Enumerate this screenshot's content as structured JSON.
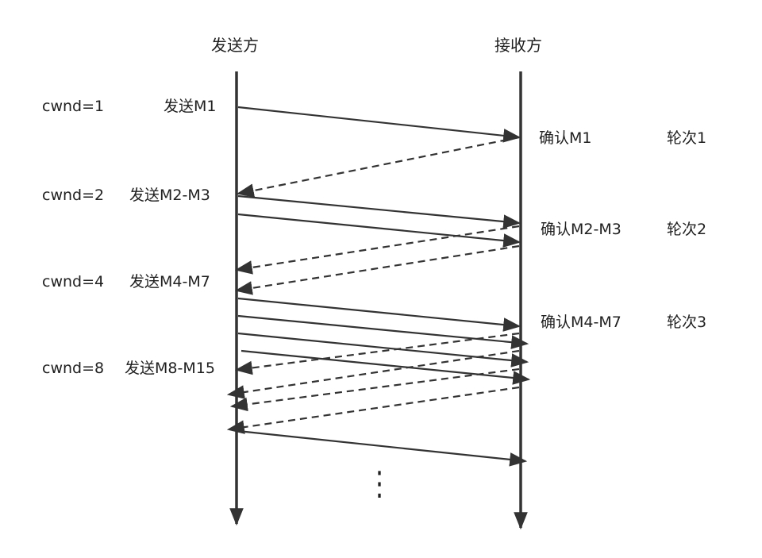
{
  "colors": {
    "line": "#333333",
    "text": "#1f1f1f",
    "background": "#ffffff"
  },
  "headers": {
    "sender": "发送方",
    "receiver": "接收方"
  },
  "rounds": [
    {
      "cwnd": "cwnd=1",
      "send": "发送M1",
      "ack": "确认M1",
      "round": "轮次1"
    },
    {
      "cwnd": "cwnd=2",
      "send": "发送M2-M3",
      "ack": "确认M2-M3",
      "round": "轮次2"
    },
    {
      "cwnd": "cwnd=4",
      "send": "发送M4-M7",
      "ack": "确认M4-M7",
      "round": "轮次3"
    },
    {
      "cwnd": "cwnd=8",
      "send": "发送M8-M15"
    }
  ],
  "continuation": "⋮"
}
